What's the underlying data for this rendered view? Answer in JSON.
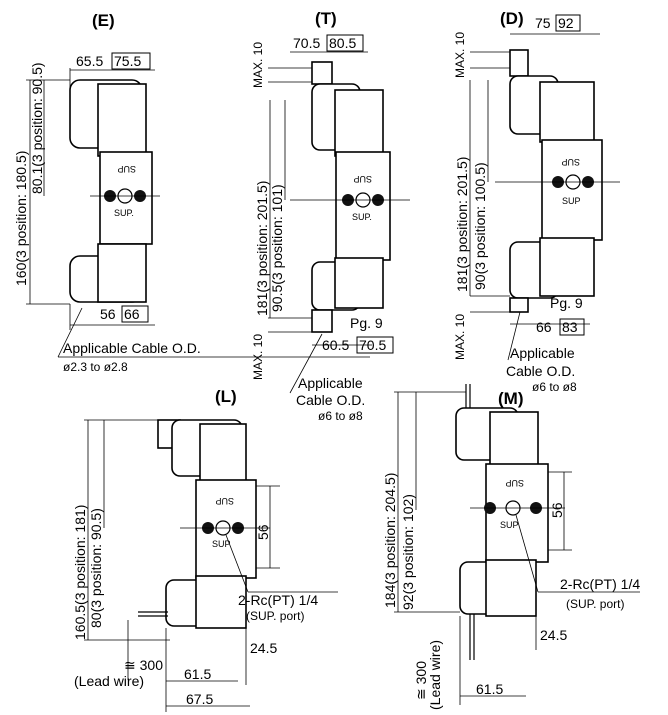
{
  "views": {
    "E": {
      "title": "(E)",
      "w1": "65.5",
      "w1box": "75.5",
      "h_total": "160(3 position: 180.5)",
      "h_mid": "80.1(3 position: 90.5)",
      "b1": "56",
      "b1box": "66",
      "cable": "Applicable Cable O.D.",
      "cable_range": "ø2.3 to ø2.8",
      "sup": "SUP.",
      "sup_top": "SUP"
    },
    "T": {
      "title": "(T)",
      "w1": "70.5",
      "w1box": "80.5",
      "max_top": "MAX. 10",
      "max_bot": "MAX. 10",
      "h_total": "181(3 position: 201.5)",
      "h_mid": "90.5(3 position: 101)",
      "pg": "Pg. 9",
      "b1": "60.5",
      "b1box": "70.5",
      "cable1": "Applicable",
      "cable2": "Cable O.D.",
      "cable_range": "ø6 to ø8",
      "sup": "SUP.",
      "sup_top": "SUP"
    },
    "D": {
      "title": "(D)",
      "w1": "75",
      "w1box": "92",
      "max_top": "MAX. 10",
      "max_bot": "MAX. 10",
      "h_total": "181(3 position: 201.5)",
      "h_mid": "90(3 position: 100.5)",
      "pg": "Pg. 9",
      "b1": "66",
      "b1box": "83",
      "cable1": "Applicable",
      "cable2": "Cable O.D.",
      "cable_range": "ø6 to ø8",
      "sup": "SUP",
      "sup_top": "SUP"
    },
    "L": {
      "title": "(L)",
      "h_total": "160.5(3 position: 181)",
      "h_mid": "80(3 position: 90.5)",
      "d56": "56",
      "port": "2-Rc(PT) 1/4",
      "port_sub": "(SUP. port)",
      "d245": "24.5",
      "lead": "≅ 300",
      "lead_sub": "(Lead wire)",
      "d615": "61.5",
      "d675": "67.5",
      "sup": "SUP",
      "sup_top": "SUP"
    },
    "M": {
      "title": "(M)",
      "h_total": "184(3 position: 204.5)",
      "h_mid": "92(3 position: 102)",
      "d56": "56",
      "port": "2-Rc(PT) 1/4",
      "port_sub": "(SUP. port)",
      "d245": "24.5",
      "lead": "≅ 300",
      "lead_sub": "(Lead wire)",
      "d615": "61.5",
      "sup": "SUP",
      "sup_top": "SUP"
    }
  }
}
